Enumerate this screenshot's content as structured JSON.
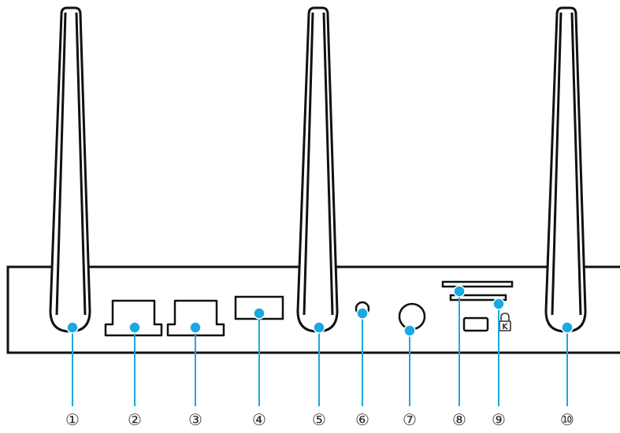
{
  "colors": {
    "outline": "#111111",
    "callout": "#1ba8e2",
    "background": "#ffffff"
  },
  "parts": [
    {
      "label": "①",
      "kind": "antenna"
    },
    {
      "label": "②",
      "kind": "ethernet-port"
    },
    {
      "label": "③",
      "kind": "ethernet-port"
    },
    {
      "label": "④",
      "kind": "usb-port"
    },
    {
      "label": "⑤",
      "kind": "antenna"
    },
    {
      "label": "⑥",
      "kind": "reset-button"
    },
    {
      "label": "⑦",
      "kind": "power-jack"
    },
    {
      "label": "⑧",
      "kind": "card-slot"
    },
    {
      "label": "⑨",
      "kind": "card-slot"
    },
    {
      "label": "⑩",
      "kind": "antenna"
    }
  ],
  "icons": {
    "security": "kensington-lock-icon"
  }
}
